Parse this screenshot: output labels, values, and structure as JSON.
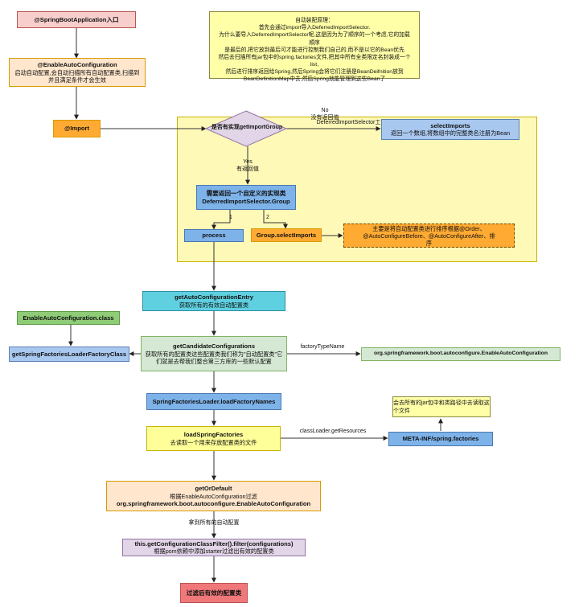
{
  "nodes": {
    "app": "@SpringBootApplication入口",
    "eac_title": "@EnableAutoConfiguration",
    "eac_desc": "启动自动配置,会自动扫描所有自动配置类,扫描到并且满足条件才会生效",
    "import": "@Import",
    "decision": "是否有实现getImportGroup",
    "select_imports_title": "selectImports",
    "select_imports_desc": "返回一个数组,将数组中的完整类名注册为Bean",
    "group_impl": "需要返回一个自定义的实现类DeferredImportSelector.Group",
    "process": "process",
    "group_select": "Group.selectImports",
    "sort_note": "主要是将自动配置类进行排序根据@Order、@AutoConfigureBefore、@AutoConfigureAfter、排序",
    "get_entry_title": "getAutoConfigurationEntry",
    "get_entry_desc": "获取所有的有效自动配置类",
    "eac_class": "EnableAutoConfiguration.class",
    "get_sf_factory": "getSpringFactoriesLoaderFactoryClass",
    "candidate_title": "getCandidateConfigurations",
    "candidate_desc": "获取所有的配置类这些配置类我们称为\"自动配置类\"它们就是去帮我们整合第三方库的一些默认配置",
    "factory_type_target": "org.springframework.boot.autoconfigure.EnableAutoConfiguration",
    "load_factory_names": "SpringFactoriesLoader.loadFactoryNames",
    "load_sf_title": "loadSpringFactories",
    "load_sf_desc": "去读取一个用来存放配置类的文件",
    "meta_inf": "META-INF/spring.factories",
    "get_or_default_title": "getOrDefault",
    "get_or_default_desc1": "根据EnableAutoConfiguration过滤",
    "get_or_default_desc2": "org.springframework.boot.autoconfigure.EnableAutoConfiguration",
    "filter_title": "this.getConfigurationClassFilter().filter(configurations)",
    "filter_desc": "根据pom依赖中添加starter过滤出有效的配置类",
    "final": "过滤后有效的配置类"
  },
  "container_title": "DeferredImportSelector工作原理",
  "note_lines": [
    "自动装配原理：",
    "首先会通过import导入DeferredImportSelector.",
    "为什么要导入DeferredImportSelector呢,这是因为为了顺序的一个考虑,它的加载顺序",
    "是最后的,把它放到最后可才能进行控制我们自己的,而不是以它的Bean优先",
    "然后去扫描所有jar包中的spring.factories文件,把其中所有全类限定名封装成一个list,",
    "然后进行排序返回给Spring,然后Spring会将它们注册是BeanDeifnition放到",
    "BeanDefinitionMap中去,然后Spring就能管理到这些Bean了"
  ],
  "note2": "会去所有的jar包中和类路径中去读取这个文件",
  "edge_labels": {
    "no": "No",
    "no_desc": "没有返回值",
    "yes": "Yes",
    "yes_desc": "有返回值",
    "one": "1",
    "two": "2",
    "factory_type_name": "factoryTypeName",
    "class_loader": "classLoader.getResources",
    "get_all": "拿到所有的自动配置"
  }
}
